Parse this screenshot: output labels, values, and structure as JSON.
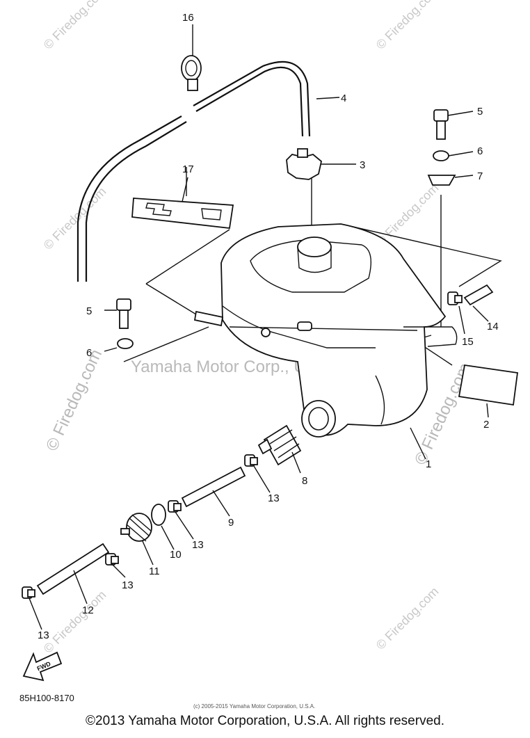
{
  "callouts": [
    "1",
    "2",
    "3",
    "4",
    "5",
    "6",
    "7",
    "5",
    "6",
    "8",
    "9",
    "10",
    "11",
    "12",
    "13",
    "13",
    "13",
    "13",
    "14",
    "15",
    "16",
    "17"
  ],
  "watermarks": {
    "corner": "© Firedog.com",
    "vertical": "© Firedog.com",
    "center": "Yamaha Motor Corp., U.S.A."
  },
  "fwd_label": "FWD",
  "diagram_code": "85H100-8170",
  "small_copyright": "(c) 2005-2015 Yamaha Motor Corporation, U.S.A.",
  "footer": "©2013 Yamaha Motor Corporation, U.S.A. All rights reserved."
}
